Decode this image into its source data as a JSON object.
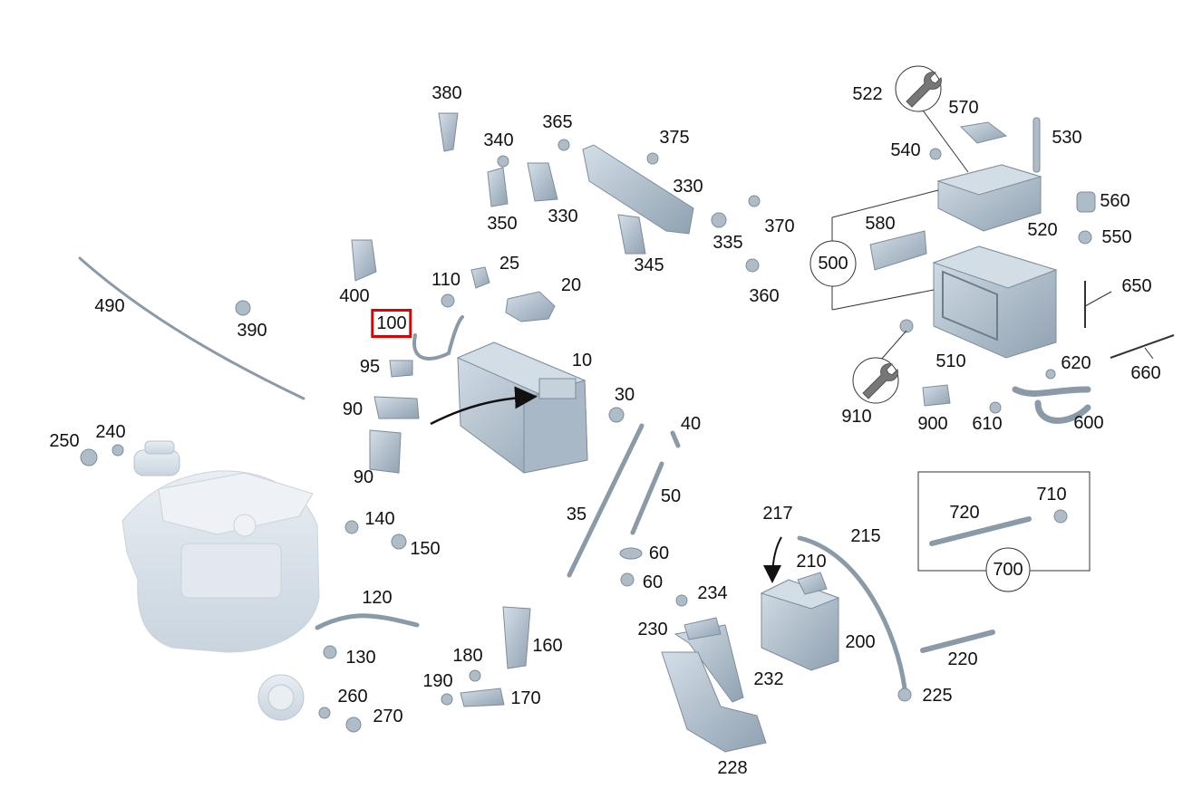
{
  "colors": {
    "part_fill": "#b9c7d3",
    "part_stroke": "#7d8d9b",
    "engine_fill": "#dde4ea",
    "line": "#333333",
    "highlight": "#e00000"
  },
  "selected_callout": "100",
  "callouts": [
    "10",
    "20",
    "25",
    "30",
    "35",
    "40",
    "50",
    "60",
    "60",
    "90",
    "90",
    "95",
    "100",
    "110",
    "120",
    "130",
    "140",
    "150",
    "160",
    "170",
    "180",
    "190",
    "200",
    "210",
    "215",
    "217",
    "220",
    "225",
    "228",
    "230",
    "232",
    "234",
    "240",
    "250",
    "260",
    "270",
    "330",
    "330",
    "335",
    "340",
    "345",
    "350",
    "360",
    "365",
    "370",
    "375",
    "380",
    "390",
    "400",
    "490",
    "500",
    "510",
    "520",
    "522",
    "530",
    "540",
    "550",
    "560",
    "570",
    "580",
    "600",
    "610",
    "620",
    "650",
    "660",
    "700",
    "710",
    "720",
    "900",
    "910"
  ],
  "icons": [
    "wrench-icon"
  ]
}
